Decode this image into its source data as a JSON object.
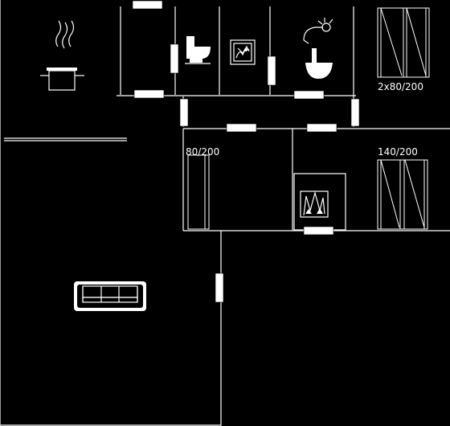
{
  "labels": {
    "wardrobe_top": "2x80/200",
    "bed_left": "80/200",
    "wardrobe_right": "140/200"
  },
  "colors": {
    "background": "#000000",
    "line": "#ffffff"
  },
  "icons": {
    "cooktop": "cooking-pot-steam-icon",
    "toilet": "toilet-icon",
    "washer": "washing-machine-icon",
    "shower": "shower-icon",
    "sink": "sink-icon",
    "sofa": "sofa-icon"
  }
}
